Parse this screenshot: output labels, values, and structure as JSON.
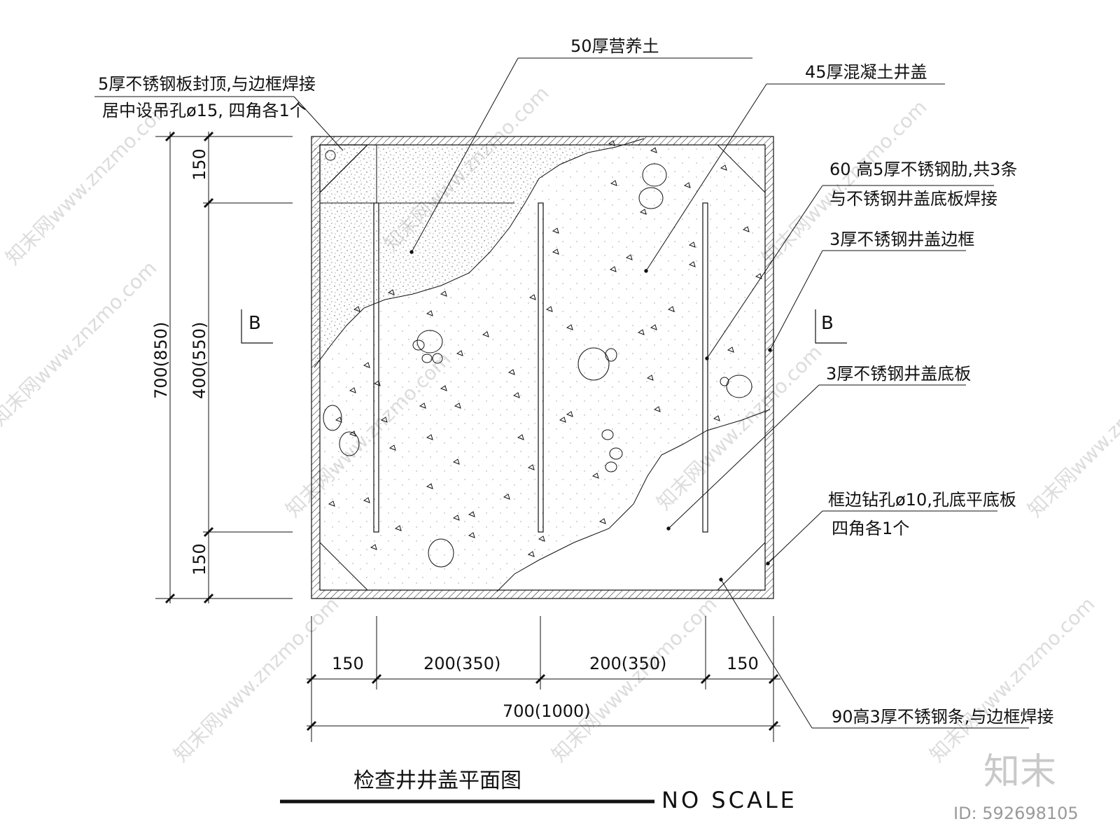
{
  "drawing": {
    "title": "检查井井盖平面图",
    "scale_note": "NO SCALE",
    "section_marker": "B"
  },
  "annotations": {
    "a1_line1": "5厚不锈钢板封顶,与边框焊接",
    "a1_line2": "居中设吊孔ø15, 四角各1个",
    "a2": "50厚营养土",
    "a3": "45厚混凝土井盖",
    "a4_line1": "60 高5厚不锈钢肋,共3条",
    "a4_line2": "与不锈钢井盖底板焊接",
    "a5": "3厚不锈钢井盖边框",
    "a6": "3厚不锈钢井盖底板",
    "a7_line1": "框边钻孔ø10,孔底平底板",
    "a7_line2": "四角各1个",
    "a8": "90高3厚不锈钢条,与边框焊接"
  },
  "dimensions": {
    "left_outer": "700(850)",
    "left_top": "150",
    "left_mid": "400(550)",
    "left_bottom": "150",
    "bottom_1": "150",
    "bottom_2": "200(350)",
    "bottom_3": "200(350)",
    "bottom_4": "150",
    "bottom_total": "700(1000)"
  },
  "watermark": {
    "brand": "知末",
    "id_text": "ID: 592698105",
    "repeat_text": "知末网www.znzmo.com"
  }
}
